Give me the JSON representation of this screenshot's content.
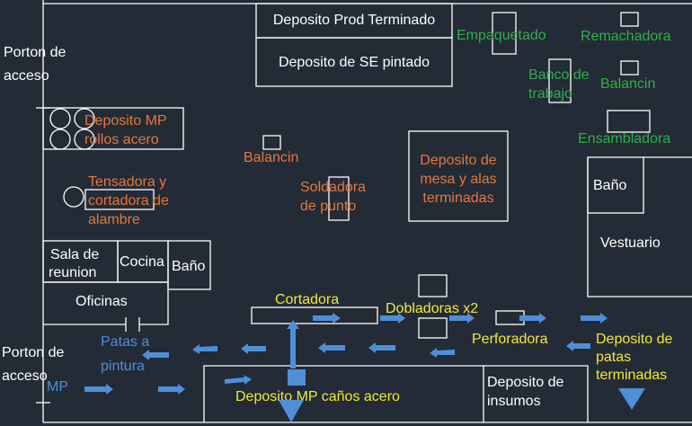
{
  "colors": {
    "background": "#232b36",
    "lines": "#ffffff",
    "equipment_orange": "#e8763a",
    "assembly_green": "#2fb04a",
    "process_yellow": "#f2e93c",
    "flow_blue": "#4f8fd8"
  },
  "gates": {
    "top": [
      "Porton de",
      "acceso"
    ],
    "bottom": [
      "Porton de",
      "acceso"
    ]
  },
  "rooms": {
    "finished_product": "Deposito Prod Terminado",
    "painted_se": "Deposito de SE pintado",
    "meeting": [
      "Sala de",
      "reunion"
    ],
    "kitchen": "Cocina",
    "bathroom_left": "Baño",
    "offices": "Oficinas",
    "bathroom_right": "Baño",
    "locker_room": "Vestuario",
    "supplies": [
      "Deposito de",
      "insumos"
    ]
  },
  "equipment": {
    "raw_material_coils": [
      "Deposito MP",
      "rollos acero"
    ],
    "tensioner": [
      "Tensadora y",
      "cortadora de",
      "alambre"
    ],
    "press_left": "Balancin",
    "spot_welder": [
      "Soldadora",
      "de punto"
    ],
    "table_storage": [
      "Deposito de",
      "mesa y alas",
      "terminadas"
    ]
  },
  "assembly": {
    "packaging": "Empaquetado",
    "riveter": "Remachadora",
    "workbench": [
      "Banco de",
      "trabajo"
    ],
    "press_right": "Balancin",
    "assembly": "Ensambladora"
  },
  "process": {
    "cutter": "Cortadora",
    "benders": "Dobladoras x2",
    "drill": "Perforadora",
    "legs_storage": [
      "Deposito de",
      "patas",
      "terminadas"
    ],
    "tube_storage": "Deposito MP caños acero"
  },
  "flow": {
    "to_paint": [
      "Patas a",
      "pintura"
    ],
    "raw_material": "MP"
  }
}
